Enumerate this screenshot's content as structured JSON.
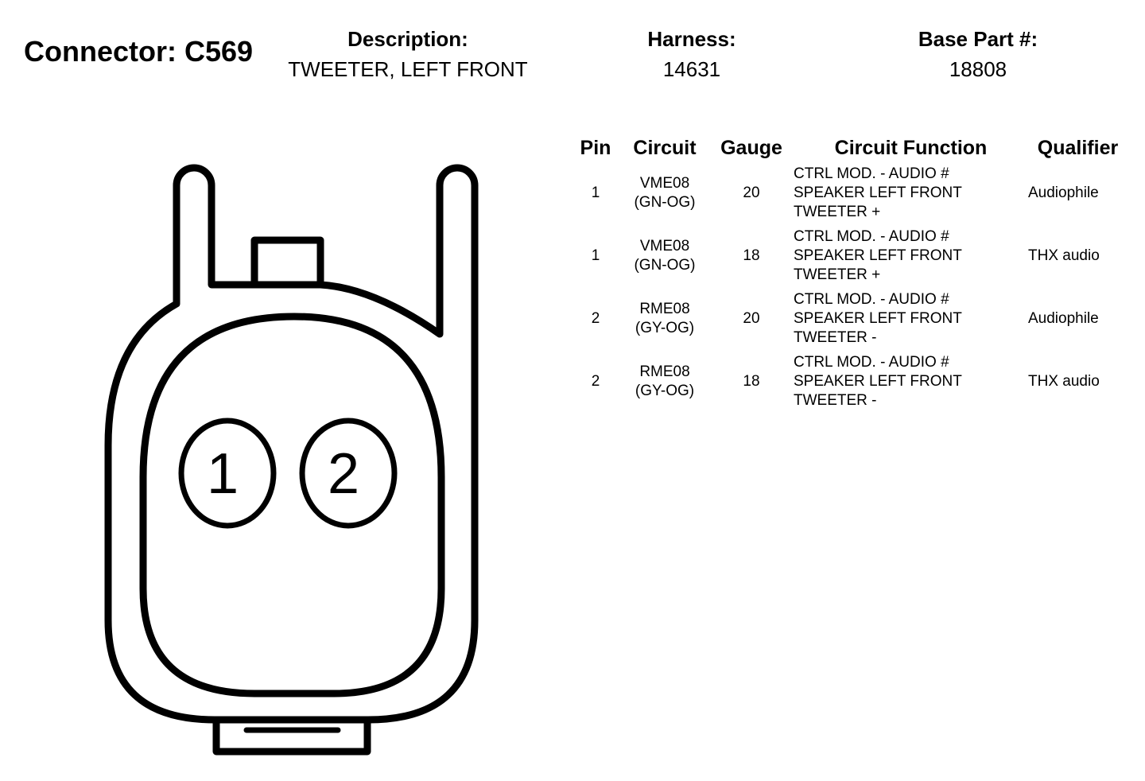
{
  "header": {
    "connector": "Connector: C569",
    "description_label": "Description:",
    "description_value": "TWEETER, LEFT FRONT",
    "harness_label": "Harness:",
    "harness_value": "14631",
    "base_part_label": "Base Part #:",
    "base_part_value": "18808"
  },
  "table": {
    "headers": {
      "pin": "Pin",
      "circuit": "Circuit",
      "gauge": "Gauge",
      "function": "Circuit Function",
      "qualifier": "Qualifier"
    },
    "rows": [
      {
        "pin": "1",
        "circuit_code": "VME08",
        "circuit_color": "(GN-OG)",
        "gauge": "20",
        "function_lines": [
          "CTRL MOD. - AUDIO #",
          "SPEAKER LEFT FRONT",
          "TWEETER +"
        ],
        "qualifier": "Audiophile"
      },
      {
        "pin": "1",
        "circuit_code": "VME08",
        "circuit_color": "(GN-OG)",
        "gauge": "18",
        "function_lines": [
          "CTRL MOD. - AUDIO #",
          "SPEAKER LEFT FRONT",
          "TWEETER +"
        ],
        "qualifier": "THX audio"
      },
      {
        "pin": "2",
        "circuit_code": "RME08",
        "circuit_color": "(GY-OG)",
        "gauge": "20",
        "function_lines": [
          "CTRL MOD. - AUDIO #",
          "SPEAKER LEFT FRONT",
          "TWEETER -"
        ],
        "qualifier": "Audiophile"
      },
      {
        "pin": "2",
        "circuit_code": "RME08",
        "circuit_color": "(GY-OG)",
        "gauge": "18",
        "function_lines": [
          "CTRL MOD. - AUDIO #",
          "SPEAKER LEFT FRONT",
          "TWEETER -"
        ],
        "qualifier": "THX audio"
      }
    ]
  },
  "diagram": {
    "pin_labels": [
      "1",
      "2"
    ],
    "stroke_color": "#000000"
  }
}
